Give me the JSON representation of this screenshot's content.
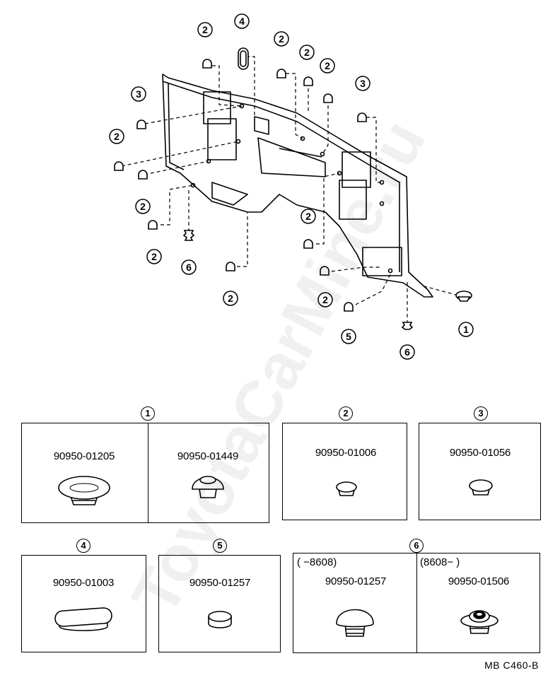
{
  "diagram": {
    "callouts": [
      {
        "id": "c1",
        "label": "2"
      },
      {
        "id": "c2",
        "label": "4"
      },
      {
        "id": "c3",
        "label": "2"
      },
      {
        "id": "c4",
        "label": "2"
      },
      {
        "id": "c5",
        "label": "2"
      },
      {
        "id": "c6",
        "label": "3"
      },
      {
        "id": "c7",
        "label": "3"
      },
      {
        "id": "c8",
        "label": "2"
      },
      {
        "id": "c9",
        "label": "2"
      },
      {
        "id": "c10",
        "label": "2"
      },
      {
        "id": "c11",
        "label": "6"
      },
      {
        "id": "c12",
        "label": "2"
      },
      {
        "id": "c13",
        "label": "2"
      },
      {
        "id": "c14",
        "label": "2"
      },
      {
        "id": "c15",
        "label": "5"
      },
      {
        "id": "c16",
        "label": "6"
      },
      {
        "id": "c17",
        "label": "1"
      }
    ]
  },
  "legend": {
    "groups": [
      {
        "label": "1",
        "parts": [
          "90950-01205",
          "90950-01449"
        ]
      },
      {
        "label": "2",
        "parts": [
          "90950-01006"
        ]
      },
      {
        "label": "3",
        "parts": [
          "90950-01056"
        ]
      },
      {
        "label": "4",
        "parts": [
          "90950-01003"
        ]
      },
      {
        "label": "5",
        "parts": [
          "90950-01257"
        ]
      },
      {
        "label": "6",
        "parts": [
          "90950-01257",
          "90950-01506"
        ],
        "notes": [
          "(      −8608)",
          "(8608−          )"
        ]
      }
    ]
  },
  "reference_code": "MB  C460-B",
  "watermark": "ToyotaCarMine.ru"
}
